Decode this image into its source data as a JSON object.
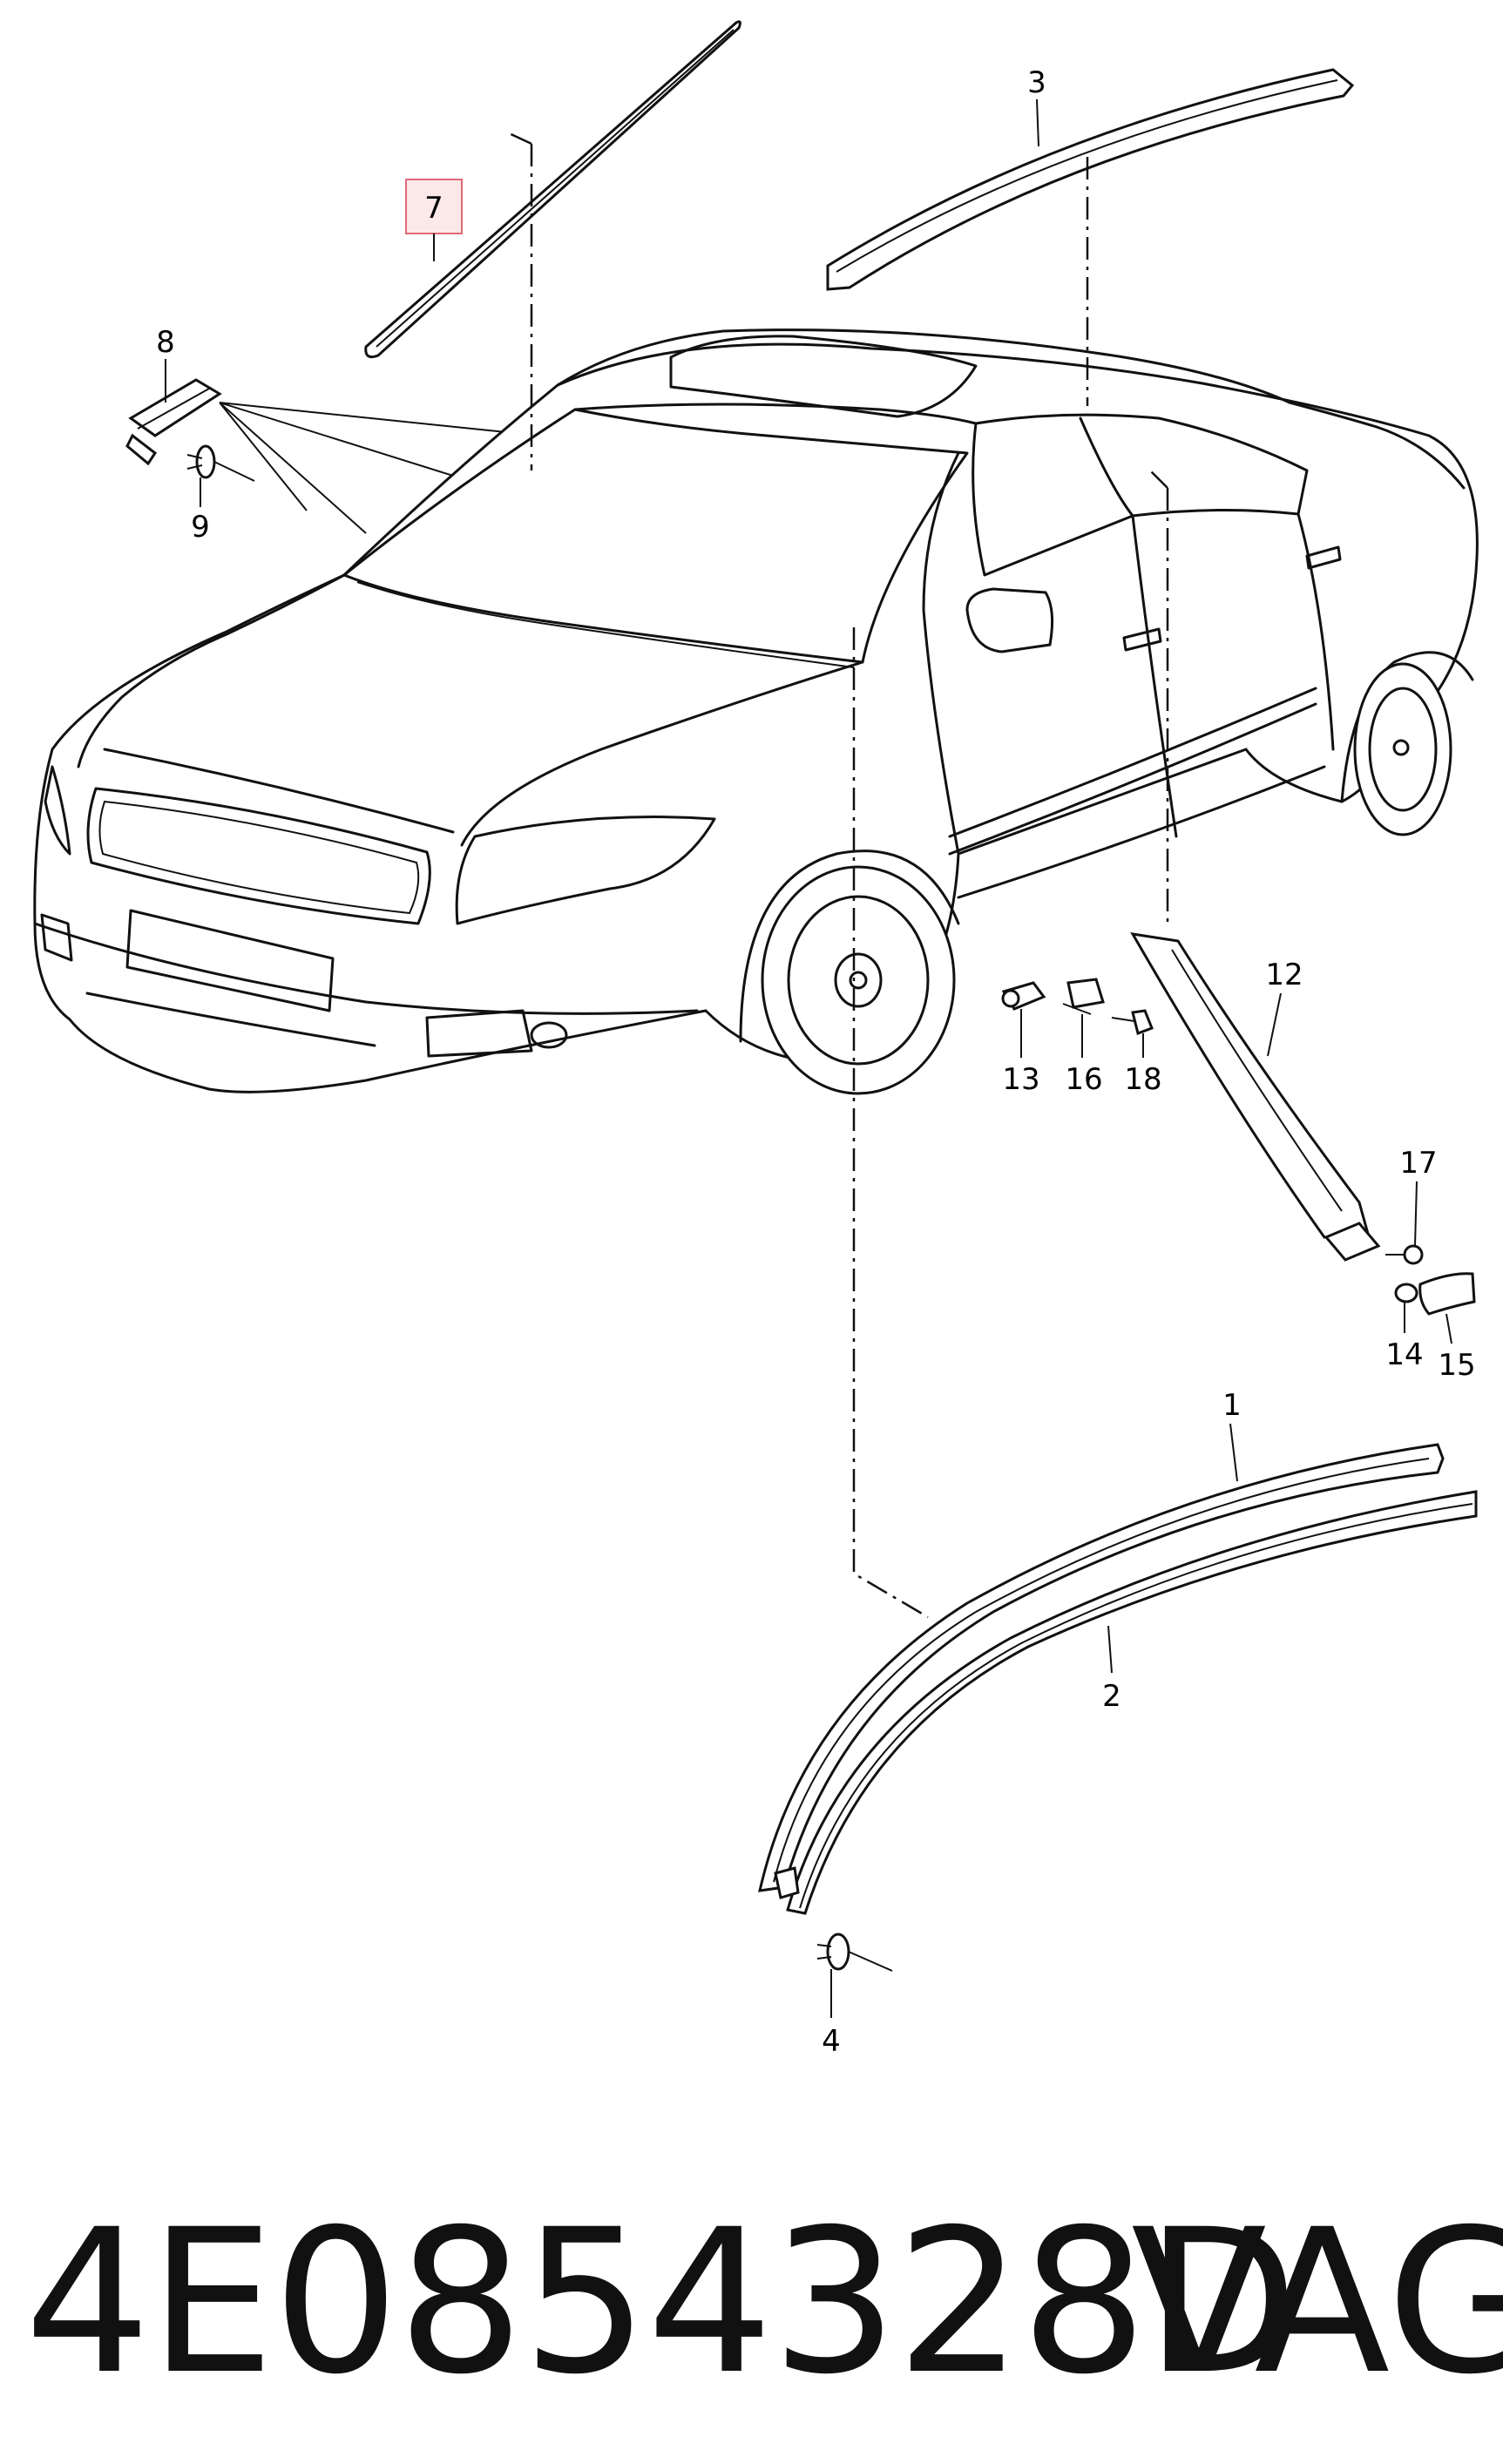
{
  "callouts": {
    "c1": "1",
    "c2": "2",
    "c3": "3",
    "c4": "4",
    "c7": "7",
    "c8": "8",
    "c9": "9",
    "c12": "12",
    "c13": "13",
    "c14": "14",
    "c15": "15",
    "c16": "16",
    "c17": "17",
    "c18": "18"
  },
  "highlighted_callout": "7",
  "highlight_color": "#e06a78",
  "footer": {
    "part_number": "4E0854328D",
    "brand": "VAG"
  }
}
